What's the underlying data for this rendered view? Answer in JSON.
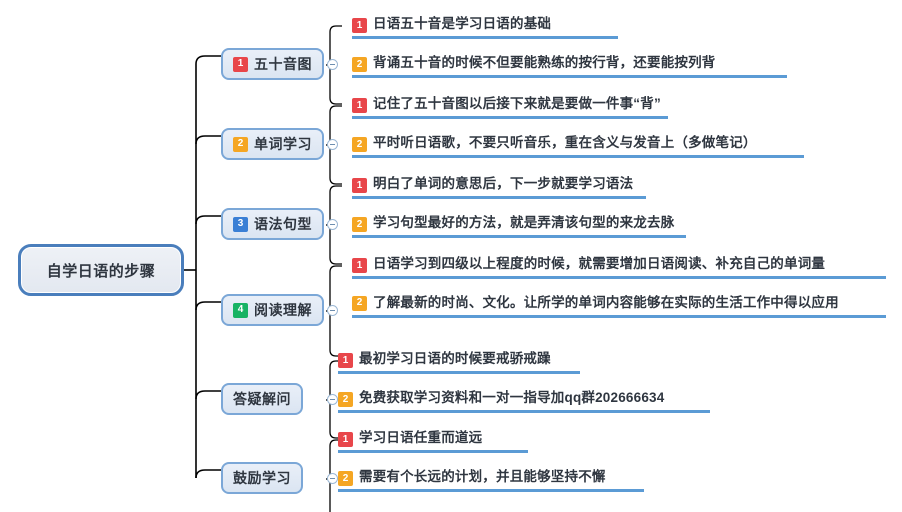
{
  "root": {
    "label": "自学日语的步骤"
  },
  "colors": {
    "root_border": "#4a7ebc",
    "branch_border": "#7ba7d7",
    "leaf_rule": "#5b9bd5",
    "badge_red": "#e8464a",
    "badge_orange": "#f5a623",
    "badge_blue": "#3a7fd5",
    "badge_green": "#17b364",
    "connector": "#000000"
  },
  "toggle_icon": "minus-circle-icon",
  "branches": [
    {
      "badge": "1",
      "badge_color": "red",
      "label": "五十音图",
      "leaves": [
        {
          "badge": "1",
          "badge_color": "red",
          "text": "日语五十音是学习日语的基础"
        },
        {
          "badge": "2",
          "badge_color": "orange",
          "text": "背诵五十音的时候不但要能熟练的按行背，还要能按列背"
        }
      ]
    },
    {
      "badge": "2",
      "badge_color": "orange",
      "label": "单词学习",
      "leaves": [
        {
          "badge": "1",
          "badge_color": "red",
          "text": "记住了五十音图以后接下来就是要做一件事“背”"
        },
        {
          "badge": "2",
          "badge_color": "orange",
          "text": "平时听日语歌，不要只听音乐，重在含义与发音上（多做笔记）"
        }
      ]
    },
    {
      "badge": "3",
      "badge_color": "blue",
      "label": "语法句型",
      "leaves": [
        {
          "badge": "1",
          "badge_color": "red",
          "text": "明白了单词的意思后，下一步就要学习语法"
        },
        {
          "badge": "2",
          "badge_color": "orange",
          "text": "学习句型最好的方法，就是弄清该句型的来龙去脉"
        }
      ]
    },
    {
      "badge": "4",
      "badge_color": "green",
      "label": "阅读理解",
      "leaves": [
        {
          "badge": "1",
          "badge_color": "red",
          "text": "日语学习到四级以上程度的时候，就需要增加日语阅读、补充自己的单词量"
        },
        {
          "badge": "2",
          "badge_color": "orange",
          "text": "了解最新的时尚、文化。让所学的单词内容能够在实际的生活工作中得以应用"
        }
      ]
    },
    {
      "badge": "",
      "badge_color": "none",
      "label": "答疑解问",
      "leaves": [
        {
          "badge": "1",
          "badge_color": "red",
          "text": "最初学习日语的时候要戒骄戒躁"
        },
        {
          "badge": "2",
          "badge_color": "orange",
          "text": "免费获取学习资料和一对一指导加qq群202666634"
        }
      ]
    },
    {
      "badge": "",
      "badge_color": "none",
      "label": "鼓励学习",
      "leaves": [
        {
          "badge": "1",
          "badge_color": "red",
          "text": "学习日语任重而道远"
        },
        {
          "badge": "2",
          "badge_color": "orange",
          "text": "需要有个长远的计划，并且能够坚持不懈"
        }
      ]
    }
  ]
}
